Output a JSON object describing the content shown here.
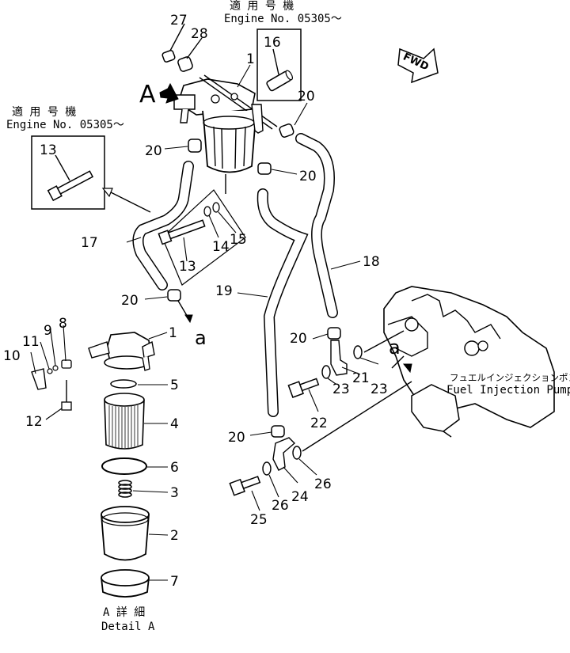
{
  "captions": {
    "top_jp": "適 用 号 機",
    "top_en": "Engine  No. 05305～",
    "left_jp": "適 用 号 機",
    "left_en": "Engine  No. 05305～",
    "pump_jp": "フュエルインジェクションポンプ",
    "pump_en": "Fuel  Injection  Pump",
    "detail_jp": "A  詳  細",
    "detail_en": "Detail  A",
    "view_letter": "A",
    "ref_a_1": "a",
    "ref_a_2": "a",
    "fwd": "FWD"
  },
  "callouts": [
    "27",
    "28",
    "1",
    "16",
    "20",
    "20",
    "20",
    "13",
    "17",
    "13",
    "14",
    "15",
    "18",
    "19",
    "20",
    "1",
    "11",
    "9",
    "8",
    "10",
    "5",
    "12",
    "4",
    "6",
    "3",
    "2",
    "7",
    "20",
    "21",
    "22",
    "23",
    "23",
    "20",
    "24",
    "26",
    "26",
    "25"
  ]
}
